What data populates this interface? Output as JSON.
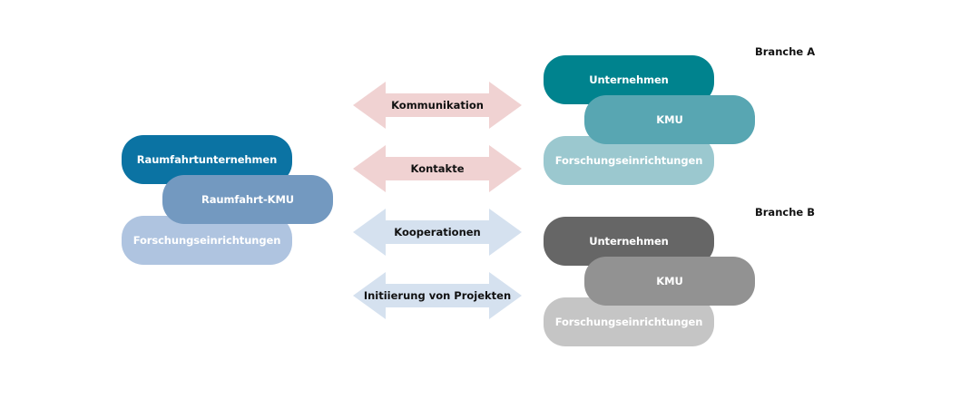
{
  "left_group": {
    "items": [
      {
        "label": "Raumfahrtunternehmen",
        "color": "#0b73a3"
      },
      {
        "label": "Raumfahrt-KMU",
        "color": "#7399c0"
      },
      {
        "label": "Forschungseinrichtungen",
        "color": "#afc4e0"
      }
    ]
  },
  "arrows": [
    {
      "label": "Kommunikation",
      "color": "#f0d2d2"
    },
    {
      "label": "Kontakte",
      "color": "#f0d2d2"
    },
    {
      "label": "Kooperationen",
      "color": "#d5e1ef"
    },
    {
      "label": "Initiierung von Projekten",
      "color": "#d5e1ef"
    }
  ],
  "branche_a": {
    "title": "Branche A",
    "items": [
      {
        "label": "Unternehmen",
        "color": "#00838e"
      },
      {
        "label": "KMU",
        "color": "#58a6b2"
      },
      {
        "label": "Forschungseinrichtungen",
        "color": "#9bc8cf"
      }
    ]
  },
  "branche_b": {
    "title": "Branche B",
    "items": [
      {
        "label": "Unternehmen",
        "color": "#666666"
      },
      {
        "label": "KMU",
        "color": "#929292"
      },
      {
        "label": "Forschungseinrichtungen",
        "color": "#c5c5c5"
      }
    ]
  }
}
